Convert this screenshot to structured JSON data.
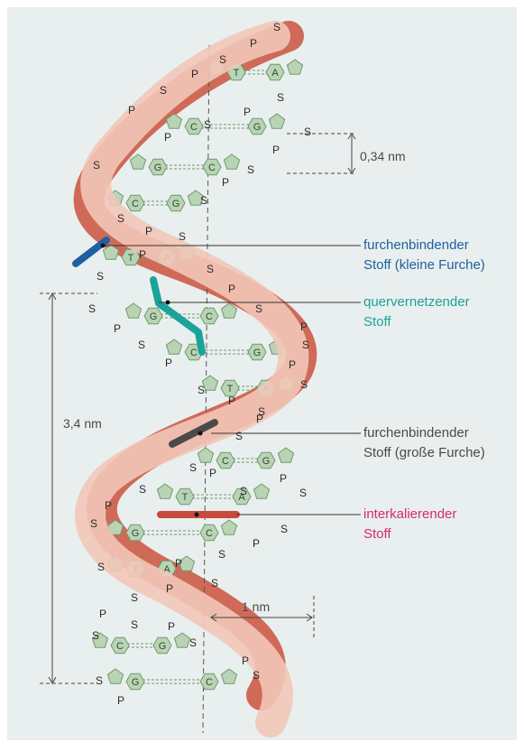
{
  "colors": {
    "background": "#e9efee",
    "strand_light": "#f2c7b8",
    "strand_dark": "#cf6a58",
    "base_fill": "#b9d4b5",
    "base_stroke": "#6f9a6f",
    "blue": "#1f5fa3",
    "teal": "#1aa39a",
    "gray_bar": "#4a4a4a",
    "red_bar": "#c84a3c",
    "pink_text": "#d62a6e",
    "dark_text": "#4a4a4a"
  },
  "measurements": {
    "base_spacing": "0,34 nm",
    "helix_turn": "3,4 nm",
    "width": "1 nm"
  },
  "labels": {
    "minor_groove": {
      "line1": "furchenbindender",
      "line2": "Stoff (kleine Furche)"
    },
    "crosslinker": {
      "line1": "quervernetzender",
      "line2": "Stoff"
    },
    "major_groove": {
      "line1": "furchenbindender",
      "line2": "Stoff (große Furche)"
    },
    "intercalator": {
      "line1": "interkalierender",
      "line2": "Stoff"
    }
  },
  "backbone_letters": {
    "sugar": "S",
    "phosphate": "P"
  },
  "base_pairs": [
    [
      "T",
      "A"
    ],
    [
      "C",
      "G"
    ],
    [
      "G",
      "C"
    ],
    [
      "C",
      "G"
    ],
    [
      "T",
      "A"
    ],
    [
      "G",
      "C"
    ],
    [
      "C",
      "G"
    ],
    [
      "T",
      "A"
    ],
    [
      "C",
      "G"
    ],
    [
      "T",
      "A"
    ],
    [
      "G",
      "C"
    ],
    [
      "T",
      "A"
    ],
    [
      "C",
      "G"
    ],
    [
      "G",
      "C"
    ]
  ]
}
